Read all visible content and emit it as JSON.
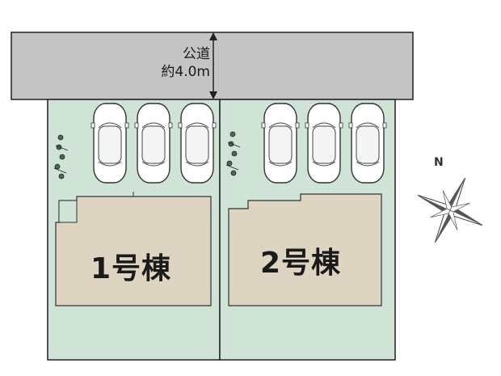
{
  "road": {
    "name": "公道",
    "width_label": "約4.0m"
  },
  "buildings": [
    {
      "label": "1号棟"
    },
    {
      "label": "2号棟"
    }
  ],
  "compass": {
    "north_label": "N"
  },
  "colors": {
    "road": "#c4c4c4",
    "lot": "#cfe3d7",
    "building": "#ddd5c2",
    "outline": "#222222"
  },
  "parking": {
    "cars_per_lot": 3,
    "lots": 2
  }
}
